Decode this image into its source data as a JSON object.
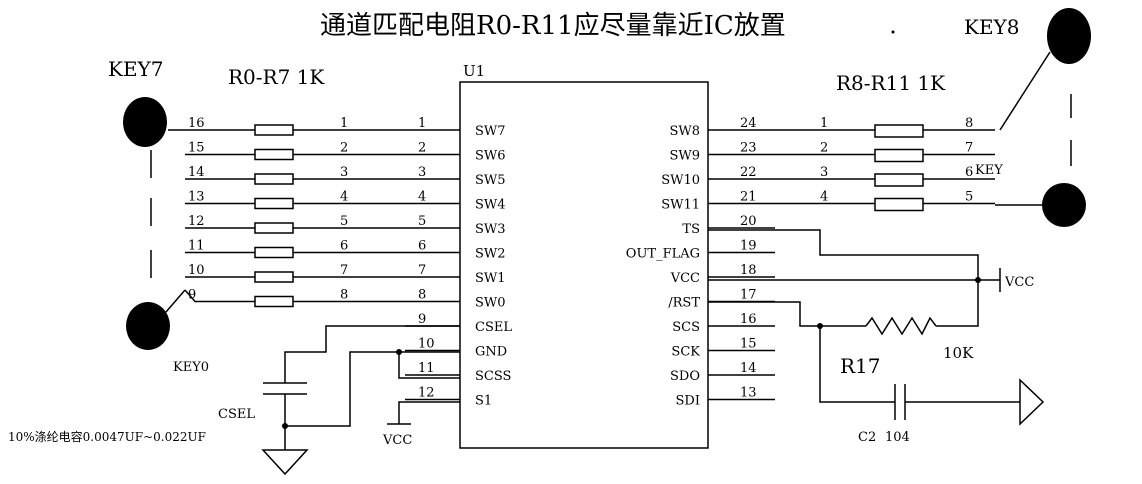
{
  "title": "通道匹配电阻R0-R11应尽量靠近IC放置",
  "chip": {
    "name": "U1",
    "left_pins": [
      {
        "num": "1",
        "name": "SW7"
      },
      {
        "num": "2",
        "name": "SW6"
      },
      {
        "num": "3",
        "name": "SW5"
      },
      {
        "num": "4",
        "name": "SW4"
      },
      {
        "num": "5",
        "name": "SW3"
      },
      {
        "num": "6",
        "name": "SW2"
      },
      {
        "num": "7",
        "name": "SW1"
      },
      {
        "num": "8",
        "name": "SW0"
      },
      {
        "num": "9",
        "name": "CSEL"
      },
      {
        "num": "10",
        "name": "GND"
      },
      {
        "num": "11",
        "name": "SCSS"
      },
      {
        "num": "12",
        "name": "S1"
      }
    ],
    "right_pins": [
      {
        "num": "24",
        "name": "SW8"
      },
      {
        "num": "23",
        "name": "SW9"
      },
      {
        "num": "22",
        "name": "SW10"
      },
      {
        "num": "21",
        "name": "SW11"
      },
      {
        "num": "20",
        "name": "TS"
      },
      {
        "num": "19",
        "name": "OUT_FLAG"
      },
      {
        "num": "18",
        "name": "VCC"
      },
      {
        "num": "17",
        "name": "/RST"
      },
      {
        "num": "16",
        "name": "SCS"
      },
      {
        "num": "15",
        "name": "SCK"
      },
      {
        "num": "14",
        "name": "SDO"
      },
      {
        "num": "13",
        "name": "SDI"
      }
    ]
  },
  "left_network": {
    "label": "R0-R7 1K",
    "outer_nums": [
      "16",
      "15",
      "14",
      "13",
      "12",
      "11",
      "10",
      "9"
    ],
    "inner_nums": [
      "1",
      "2",
      "3",
      "4",
      "5",
      "6",
      "7",
      "8"
    ]
  },
  "right_network": {
    "label": "R8-R11 1K",
    "inner_nums": [
      "1",
      "2",
      "3",
      "4"
    ],
    "outer_nums": [
      "8",
      "7",
      "6",
      "5"
    ],
    "key_label": "KEY"
  },
  "keys": {
    "key7": "KEY7",
    "key0": "KEY0",
    "key8": "KEY8"
  },
  "csel": {
    "label": "CSEL",
    "note": "10%涤纶电容0.0047UF~0.022UF"
  },
  "vcc_left": "VCC",
  "vcc_right": "VCC",
  "r17": {
    "label": "R17",
    "value": "10K"
  },
  "c2": {
    "label": "C2",
    "value": "104"
  }
}
